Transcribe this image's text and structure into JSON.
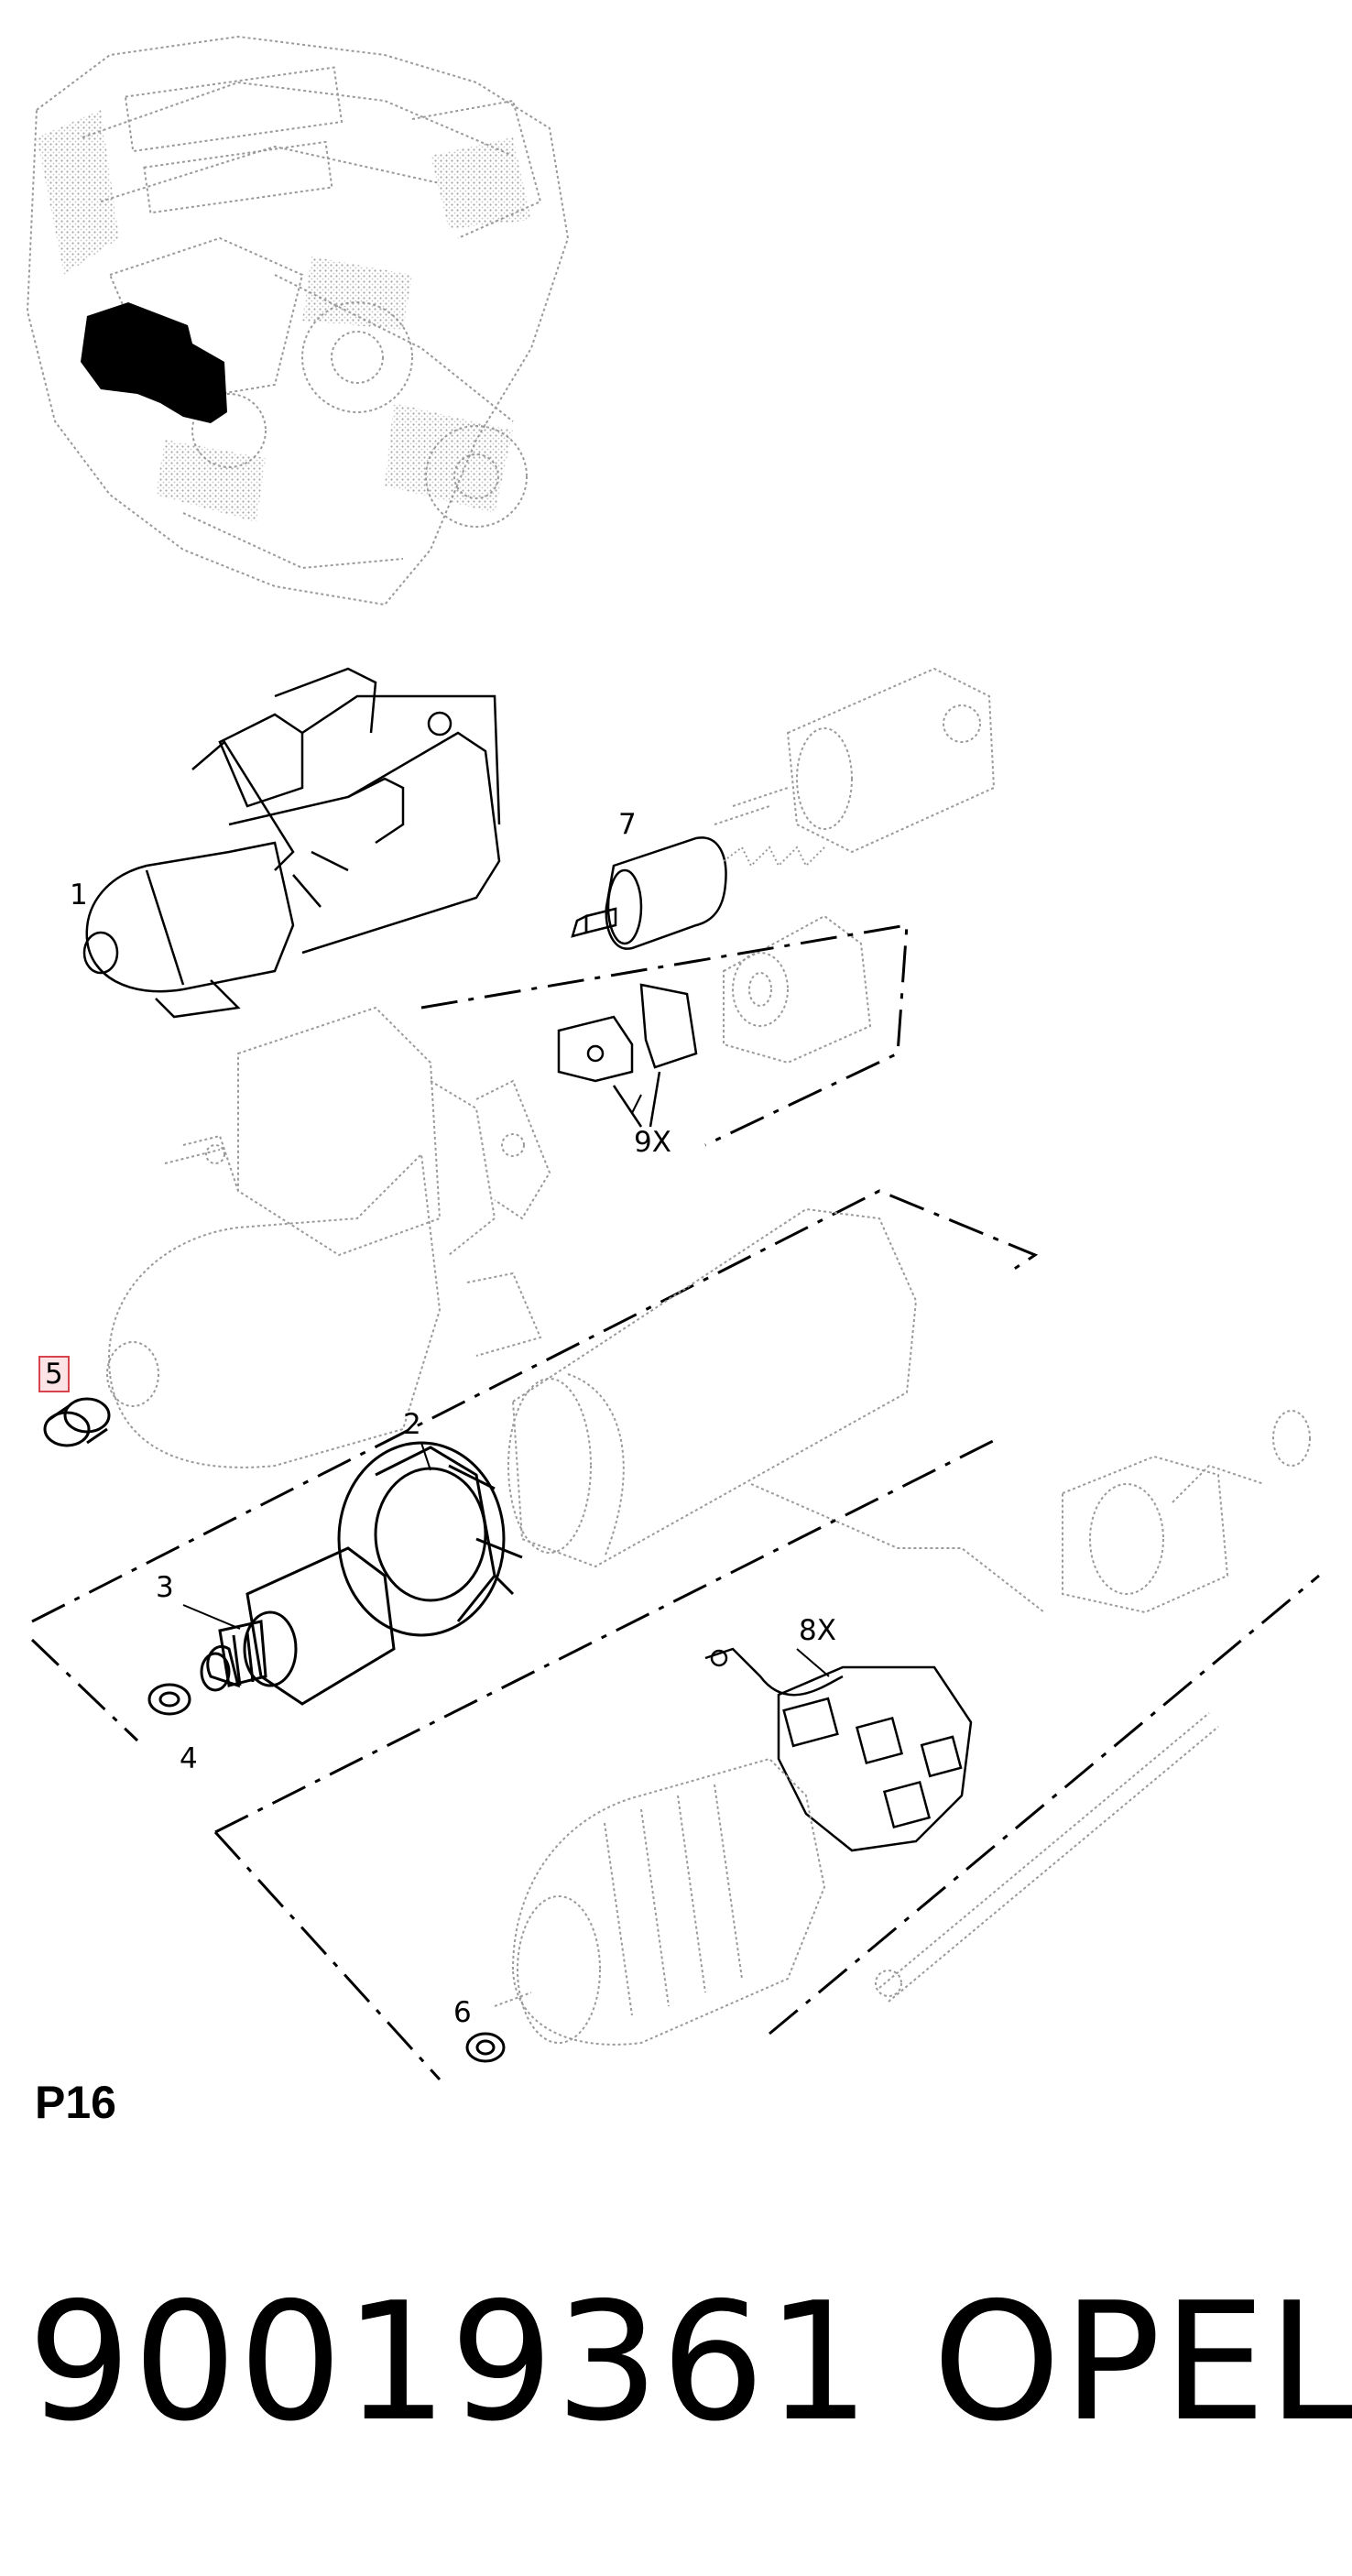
{
  "callouts": {
    "c1": "1",
    "c2": "2",
    "c3": "3",
    "c4": "4",
    "c5": "5",
    "c6": "6",
    "c7": "7",
    "c8": "8X",
    "c9": "9X"
  },
  "page_code": "P16",
  "part_number": "90019361",
  "brand": "OPEL",
  "colors": {
    "highlight_border": "#d9434e",
    "highlight_fill": "#fbe3e6",
    "ink": "#000000",
    "ghost": "#9a9a9a"
  }
}
